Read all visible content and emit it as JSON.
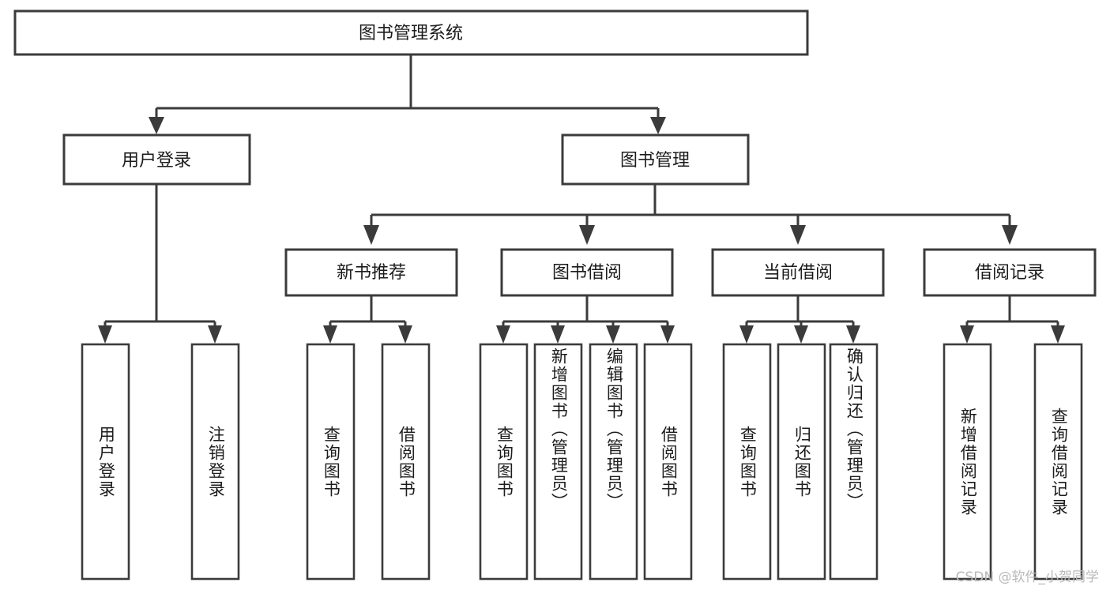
{
  "diagram": {
    "type": "tree-hierarchy-chart",
    "title": "图书管理系统",
    "orientation": "top-down",
    "colors": {
      "box_stroke": "#3b3b3b",
      "box_fill": "#ffffff",
      "text": "#1c1c1c",
      "background": "#ffffff",
      "watermark": "#b9b9b9"
    },
    "levels": {
      "root": {
        "label": "图书管理系统"
      },
      "level2": [
        {
          "label": "用户登录"
        },
        {
          "label": "图书管理"
        }
      ],
      "level3": [
        {
          "label": "新书推荐"
        },
        {
          "label": "图书借阅"
        },
        {
          "label": "当前借阅"
        },
        {
          "label": "借阅记录"
        }
      ],
      "leaves": [
        {
          "label": "用户登录",
          "parent": "用户登录"
        },
        {
          "label": "注销登录",
          "parent": "用户登录"
        },
        {
          "label": "查询图书",
          "parent": "新书推荐"
        },
        {
          "label": "借阅图书",
          "parent": "新书推荐"
        },
        {
          "label": "查询图书",
          "parent": "图书借阅"
        },
        {
          "label": "新增图书（管理员）",
          "parent": "图书借阅"
        },
        {
          "label": "编辑图书（管理员）",
          "parent": "图书借阅"
        },
        {
          "label": "借阅图书",
          "parent": "图书借阅"
        },
        {
          "label": "查询图书",
          "parent": "当前借阅"
        },
        {
          "label": "归还图书",
          "parent": "当前借阅"
        },
        {
          "label": "确认归还（管理员）",
          "parent": "当前借阅"
        },
        {
          "label": "新增借阅记录",
          "parent": "借阅记录"
        },
        {
          "label": "查询借阅记录",
          "parent": "借阅记录"
        }
      ]
    }
  },
  "watermark": {
    "text": "CSDN @软件_小贺同学"
  }
}
